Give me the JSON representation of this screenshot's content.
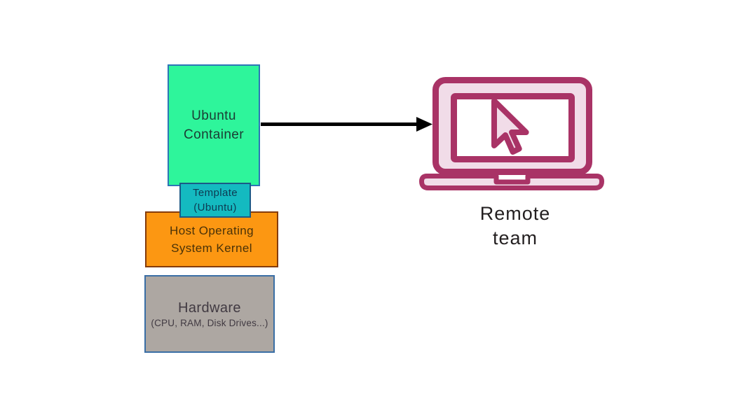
{
  "boxes": {
    "ubuntu_container": {
      "line1": "Ubuntu",
      "line2": "Container",
      "fill": "#2ef59b",
      "border_color": "#2e75b6"
    },
    "template": {
      "line1": "Template",
      "line2": "(Ubuntu)",
      "fill": "#14bac0",
      "border_color": "#1b5a86"
    },
    "host_kernel": {
      "line1": "Host Operating",
      "line2": "System Kernel",
      "fill": "#fc9712",
      "border_color": "#843c0c"
    },
    "hardware": {
      "title": "Hardware",
      "subtitle": "(CPU, RAM, Disk Drives...)",
      "fill": "#ada7a2",
      "border_color": "#3a6ea5"
    }
  },
  "arrow": {
    "color": "#000000",
    "direction": "right"
  },
  "remote_team": {
    "line1": "Remote",
    "line2": "team",
    "icon": "laptop-cursor-icon",
    "accent_color": "#a93366",
    "icon_fill": "#f1dce8"
  }
}
